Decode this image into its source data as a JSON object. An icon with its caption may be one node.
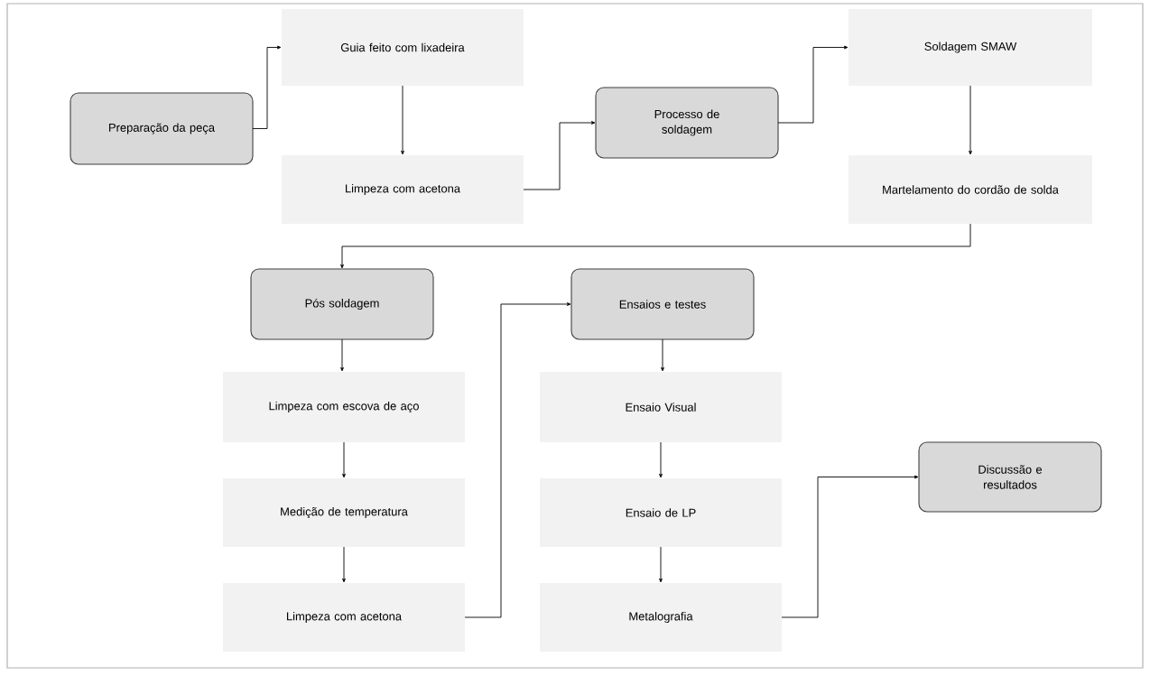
{
  "diagram": {
    "nodes": [
      {
        "text": [
          "Preparação da peça"
        ]
      },
      {
        "text": [
          "Guia feito com lixadeira"
        ]
      },
      {
        "text": [
          "Limpeza com acetona"
        ]
      },
      {
        "text": [
          "Processo de soldagem"
        ]
      },
      {
        "text": [
          "Soldagem SMAW"
        ]
      },
      {
        "text": [
          "Martelamento do cordão de solda"
        ]
      },
      {
        "text": [
          "Pós soldagem"
        ]
      },
      {
        "text": [
          "Limpeza com escova de aço"
        ]
      },
      {
        "text": [
          "Medição de temperatura"
        ]
      },
      {
        "text": [
          "Limpeza com acetona"
        ]
      },
      {
        "text": [
          "Ensaios e testes"
        ]
      },
      {
        "text": [
          "Ensaio Visual"
        ]
      },
      {
        "text": [
          "Ensaio de LP"
        ]
      },
      {
        "text": [
          "Metalografia"
        ]
      },
      {
        "text": [
          "Discussão e resultados"
        ]
      }
    ],
    "edges": [
      {
        "from": 0,
        "to": 1,
        "arrow": "to"
      },
      {
        "from": 1,
        "to": 2,
        "arrow": "to"
      },
      {
        "from": 2,
        "to": 3,
        "arrow": "to"
      },
      {
        "from": 3,
        "to": 4,
        "arrow": "to"
      },
      {
        "from": 4,
        "to": 5,
        "arrow": "to"
      },
      {
        "from": 5,
        "to": 6,
        "arrow": "to"
      },
      {
        "from": 6,
        "to": 7,
        "arrow": "to"
      },
      {
        "from": 7,
        "to": 8,
        "arrow": "to"
      },
      {
        "from": 8,
        "to": 9,
        "arrow": "to"
      },
      {
        "from": 9,
        "to": 10,
        "arrow": "to"
      },
      {
        "from": 10,
        "to": 11,
        "arrow": "to"
      },
      {
        "from": 11,
        "to": 12,
        "arrow": "to"
      },
      {
        "from": 12,
        "to": 13,
        "arrow": "to"
      },
      {
        "from": 13,
        "to": 14,
        "arrow": "to"
      }
    ]
  }
}
